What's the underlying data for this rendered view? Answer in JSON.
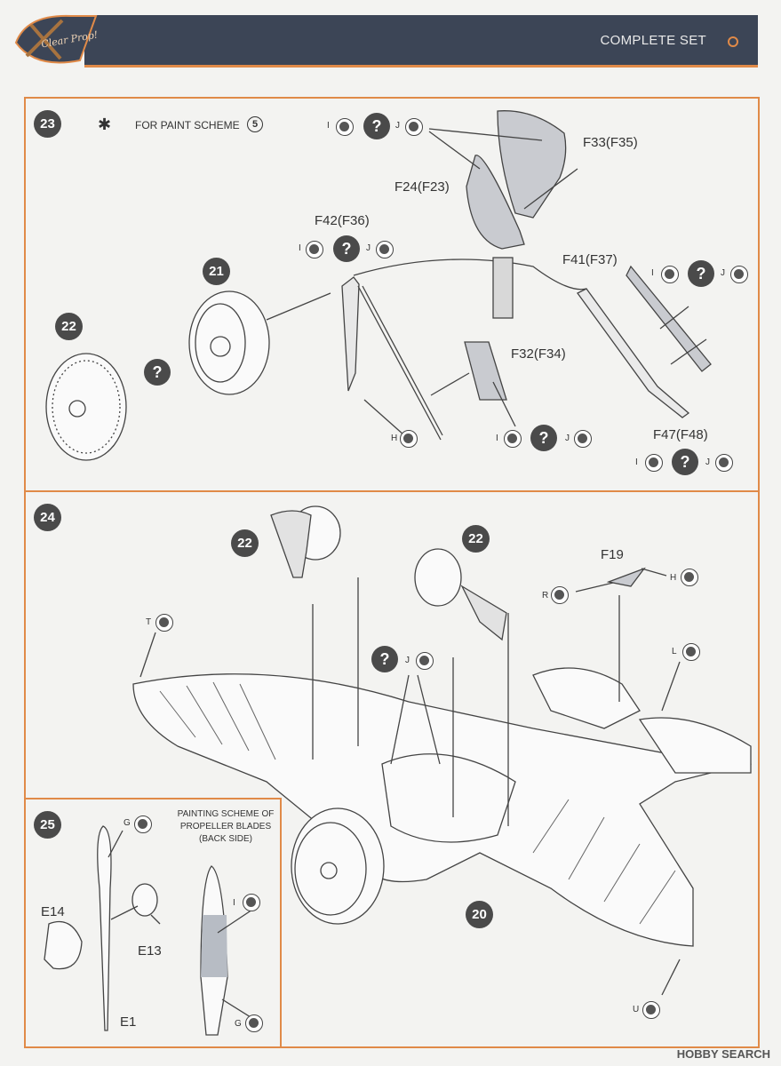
{
  "header": {
    "title": "COMPLETE SET",
    "logo_text": "Clear Prop!"
  },
  "steps": {
    "s23": "23",
    "s24": "24",
    "s25": "25"
  },
  "step23": {
    "paint_scheme_prefix": "FOR  PAINT SCHEME",
    "paint_scheme_num": "5",
    "asterisk": "✱",
    "parts": {
      "f33": "F33(F35)",
      "f24": "F24(F23)",
      "f42": "F42(F36)",
      "f41": "F41(F37)",
      "f32": "F32(F34)",
      "f47": "F47(F48)"
    },
    "subassemblies": {
      "a21": "21",
      "a22": "22"
    }
  },
  "step24": {
    "parts": {
      "f19": "F19"
    },
    "subassemblies": {
      "a22_left": "22",
      "a22_right": "22",
      "a20": "20"
    }
  },
  "step25": {
    "parts": {
      "e14": "E14",
      "e13": "E13",
      "e1": "E1"
    },
    "scheme_title": "PAINTING SCHEME OF PROPELLER BLADES (BACK SIDE)"
  },
  "paint_letters": {
    "i": "I",
    "j": "J",
    "h": "H",
    "t": "T",
    "l": "L",
    "r": "R",
    "u": "U",
    "g": "G"
  },
  "question_mark": "?",
  "watermark": "HOBBY SEARCH",
  "colors": {
    "accent": "#e08a48",
    "header_bg": "#3c4556",
    "badge": "#4a4a4a"
  }
}
